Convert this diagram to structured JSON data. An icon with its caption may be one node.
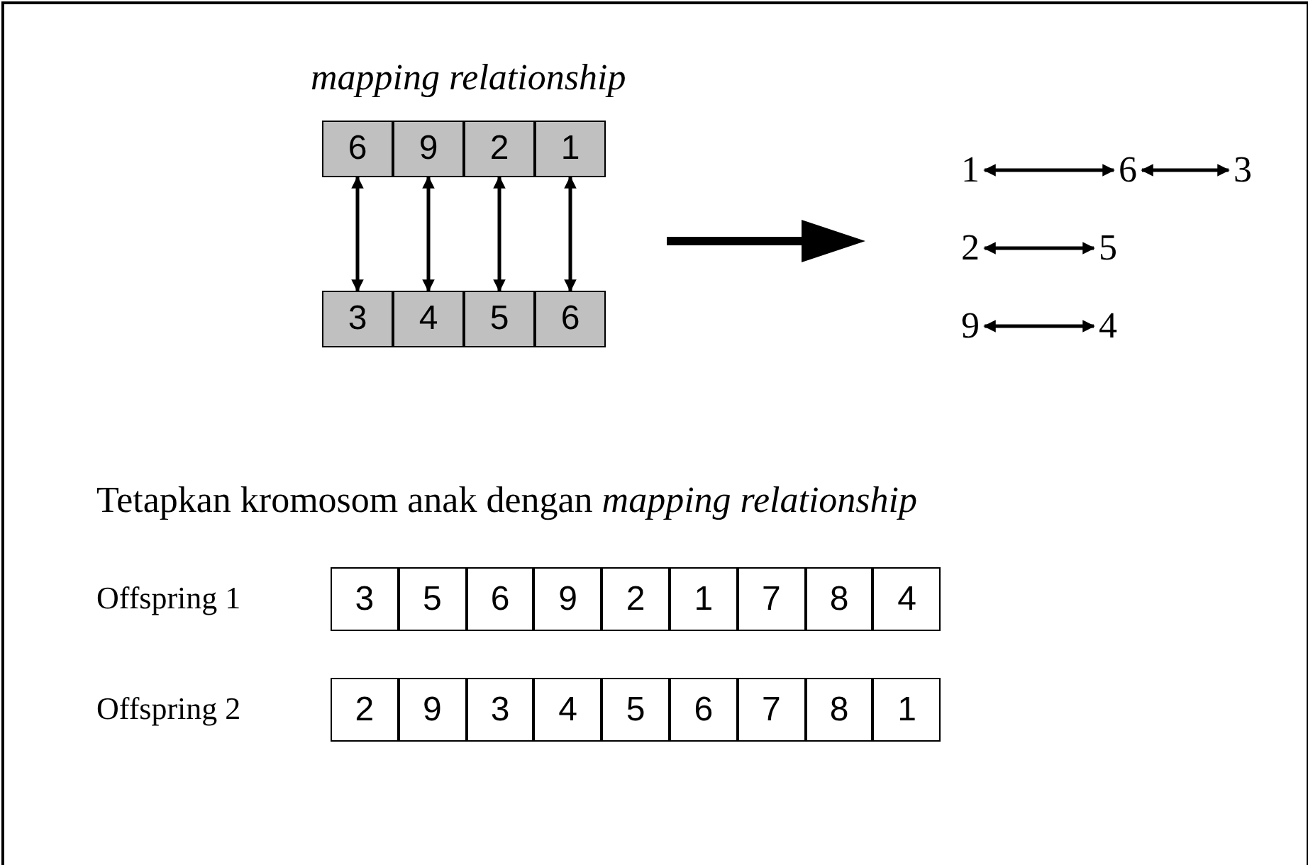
{
  "diagram": {
    "title": "mapping relationship",
    "nodes": [
      {
        "text": [
          "6"
        ]
      },
      {
        "text": [
          "9"
        ]
      },
      {
        "text": [
          "2"
        ]
      },
      {
        "text": [
          "1"
        ]
      },
      {
        "text": [
          "3"
        ]
      },
      {
        "text": [
          "4"
        ]
      },
      {
        "text": [
          "5"
        ]
      },
      {
        "text": [
          "6"
        ]
      },
      {
        "text": [
          "1"
        ]
      },
      {
        "text": [
          "6"
        ]
      },
      {
        "text": [
          "3"
        ]
      },
      {
        "text": [
          "2"
        ]
      },
      {
        "text": [
          "5"
        ]
      },
      {
        "text": [
          "9"
        ]
      },
      {
        "text": [
          "4"
        ]
      }
    ],
    "edges": [
      {
        "from": 0,
        "to": 4,
        "arrow": "both"
      },
      {
        "from": 1,
        "to": 5,
        "arrow": "both"
      },
      {
        "from": 2,
        "to": 6,
        "arrow": "both"
      },
      {
        "from": 3,
        "to": 7,
        "arrow": "both"
      },
      {
        "from": 8,
        "to": 9,
        "arrow": "both"
      },
      {
        "from": 9,
        "to": 10,
        "arrow": "both"
      },
      {
        "from": 11,
        "to": 12,
        "arrow": "both"
      },
      {
        "from": 13,
        "to": 14,
        "arrow": "both"
      }
    ],
    "labels": [
      "Tetapkan kromosom anak dengan *mapping relationship*",
      "Offspring 1",
      "3",
      "5",
      "6",
      "9",
      "2",
      "1",
      "7",
      "8",
      "4",
      "Offspring 2",
      "2",
      "9",
      "3",
      "4",
      "5",
      "6",
      "7",
      "8",
      "1"
    ]
  }
}
